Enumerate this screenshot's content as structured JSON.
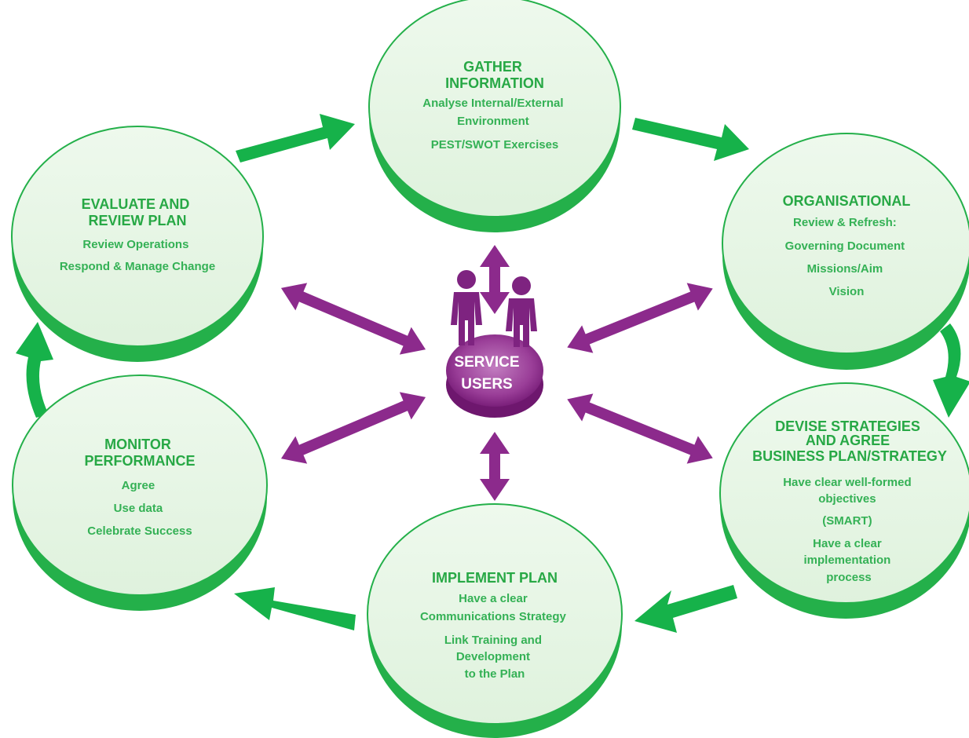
{
  "colors": {
    "green_text": "#27a845",
    "green_arrow": "#16b24a",
    "node_fill": "#e7f6e6",
    "node_shadow": "#24b04a",
    "purple": "#8c2a8c",
    "purple_light": "#b968b6"
  },
  "center": {
    "label_line1": "SERVICE",
    "label_line2": "USERS",
    "icon": "people-icon"
  },
  "nodes": {
    "gather": {
      "title": [
        "GATHER",
        "INFORMATION"
      ],
      "items": [
        "Analyse Internal/External",
        "Environment",
        "PEST/SWOT Exercises"
      ]
    },
    "organisational": {
      "title": [
        "ORGANISATIONAL"
      ],
      "items": [
        "Review & Refresh:",
        "Governing Document",
        "Missions/Aim",
        "Vision"
      ]
    },
    "devise": {
      "title": [
        "DEVISE STRATEGIES",
        "AND AGREE",
        "BUSINESS PLAN/STRATEGY"
      ],
      "items": [
        "Have clear well-formed",
        "objectives",
        "(SMART)",
        "Have a clear",
        "implementation",
        "process"
      ]
    },
    "implement": {
      "title": [
        "IMPLEMENT PLAN"
      ],
      "items": [
        "Have a clear",
        "Communications Strategy",
        "Link Training and",
        "Development",
        "to the Plan"
      ]
    },
    "monitor": {
      "title": [
        "MONITOR",
        "PERFORMANCE"
      ],
      "items": [
        "Agree",
        "Use data",
        "Celebrate Success"
      ]
    },
    "evaluate": {
      "title": [
        "EVALUATE AND",
        "REVIEW PLAN"
      ],
      "items": [
        "Review Operations",
        "Respond & Manage Change"
      ]
    }
  }
}
